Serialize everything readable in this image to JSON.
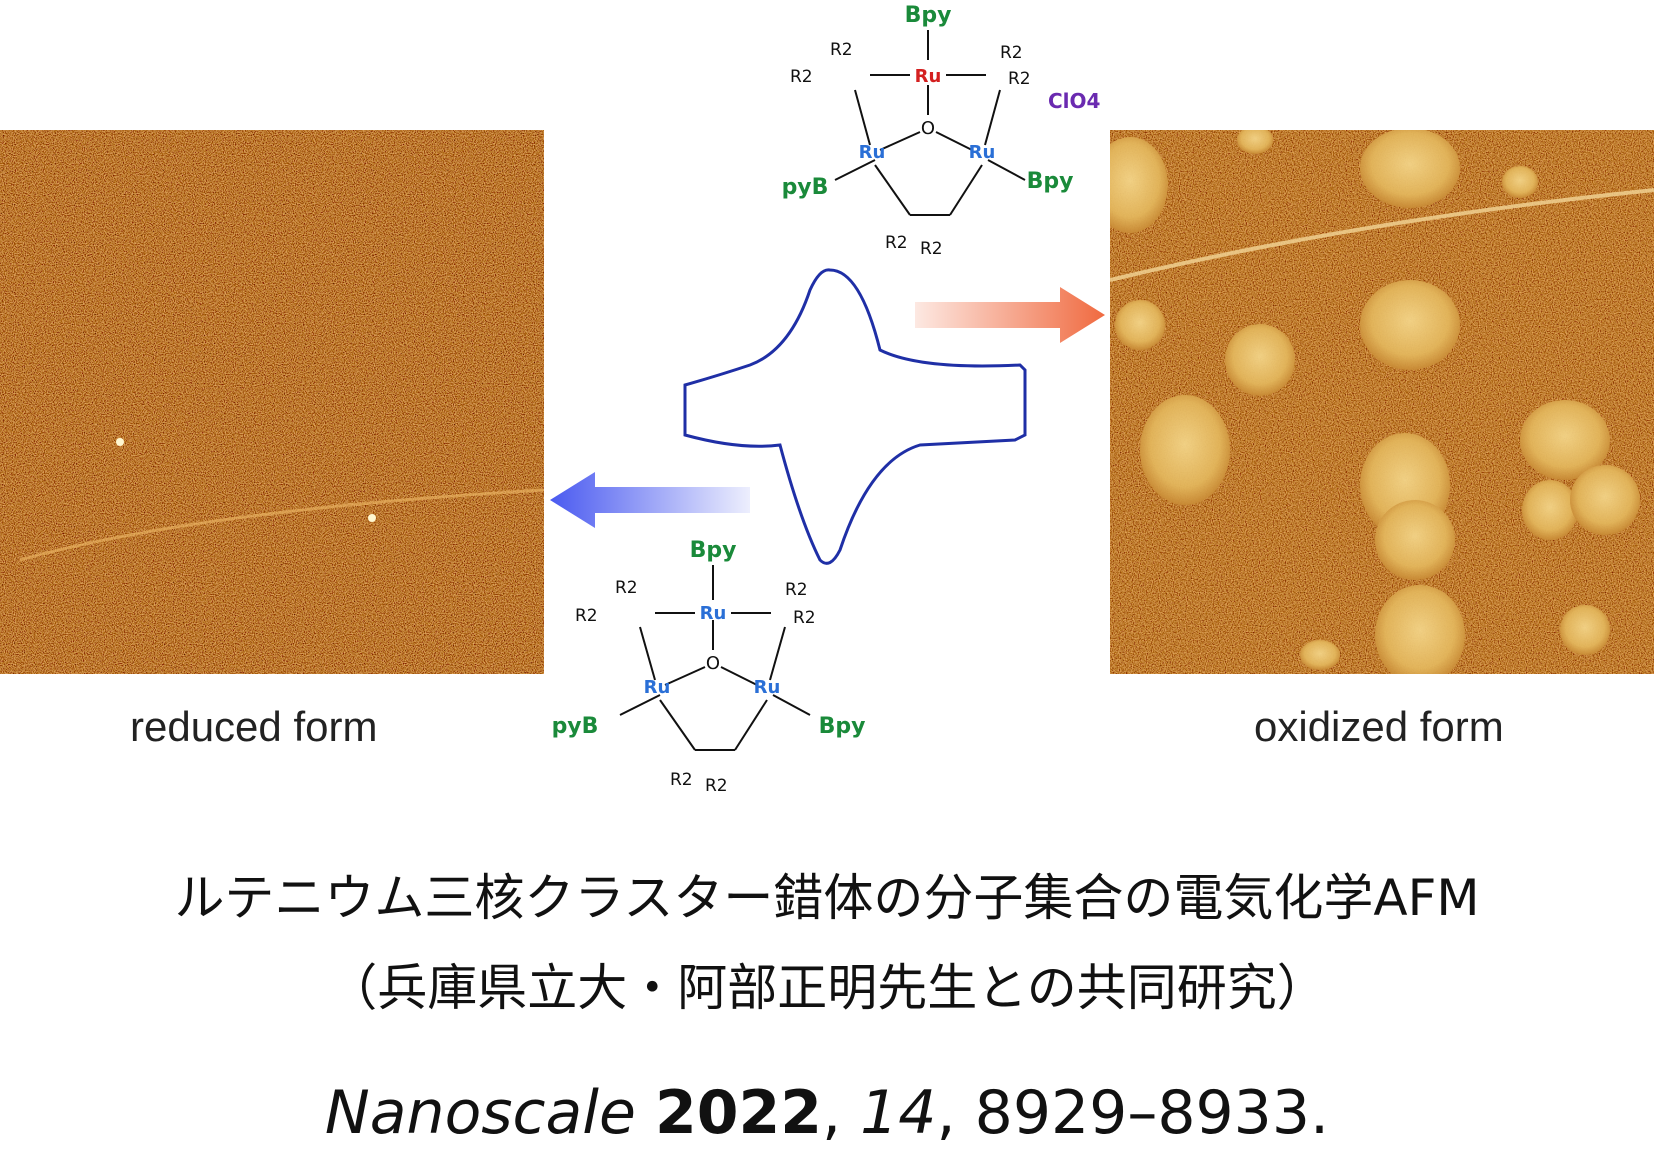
{
  "panels": {
    "left_label": "reduced form",
    "right_label": "oxidized form"
  },
  "complex_oxidized": {
    "apical_ligand": "Bpy",
    "left_ligand": "pyB",
    "right_ligand": "Bpy",
    "metal_center_top": "Ru",
    "metal_left": "Ru",
    "metal_right": "Ru",
    "oxygen": "O",
    "substituent": "R2",
    "counter_ion": "ClO4-",
    "metal_top_color": "#d42020",
    "metal_color": "#2a6fd6",
    "ligand_color": "#1a8a3a",
    "counter_ion_color": "#6a2ab0"
  },
  "complex_reduced": {
    "apical_ligand": "Bpy",
    "left_ligand": "pyB",
    "right_ligand": "Bpy",
    "metal_center_top": "Ru",
    "metal_left": "Ru",
    "metal_right": "Ru",
    "oxygen": "O",
    "substituent": "R2"
  },
  "arrows": {
    "right_color": "#f06a40",
    "left_color": "#4a5af0"
  },
  "cv_color": "#1f2fa6",
  "caption": {
    "title": "ルテニウム三核クラスター錯体の分子集合の電気化学AFM",
    "collaboration": "（兵庫県立大・阿部正明先生との共同研究）"
  },
  "citation": {
    "journal": "Nanoscale",
    "year": "2022",
    "volume": "14",
    "pages": "8929–8933."
  }
}
